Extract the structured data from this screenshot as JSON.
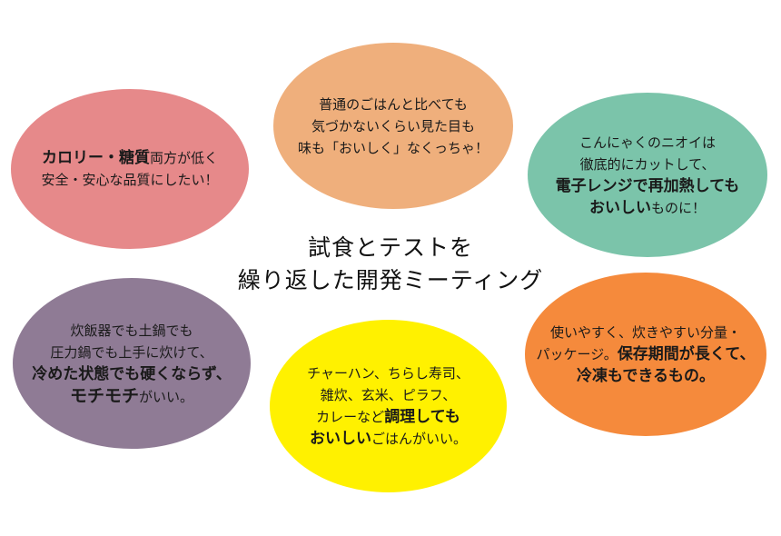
{
  "title": {
    "line1": "試食とテストを",
    "line2": "繰り返した開発ミーティング"
  },
  "colors": {
    "red": "#e6898a",
    "orange": "#efaf7c",
    "teal": "#7bc4aa",
    "purple": "#8f7b95",
    "yellow": "#fff100",
    "deep_orange": "#f58a3c"
  },
  "bubbles": {
    "red": {
      "l1_bold": "カロリー・糖質",
      "l1_rest": "両方が低く",
      "l2": "安全・安心な品質にしたい！"
    },
    "orange": {
      "l1": "普通のごはんと比べても",
      "l2": "気づかないくらい見た目も",
      "l3": "味も「おいしく」なくっちゃ！"
    },
    "teal": {
      "l1": "こんにゃくのニオイは",
      "l2": "徹底的にカットして、",
      "l3_bold": "電子レンジで再加熱しても",
      "l4_bold": "おいしい",
      "l4_rest": "ものに！"
    },
    "purple": {
      "l1": "炊飯器でも土鍋でも",
      "l2": "圧力鍋でも上手に炊けて、",
      "l3_bold": "冷めた状態でも硬くならず、",
      "l4_bold": "モチモチ",
      "l4_rest": "がいい。"
    },
    "yellow": {
      "l1": "チャーハン、ちらし寿司、",
      "l2": "雑炊、玄米、ピラフ、",
      "l3_rest": "カレーなど",
      "l3_bold": "調理しても",
      "l4_bold": "おいしい",
      "l4_rest": "ごはんがいい。"
    },
    "deep_orange": {
      "l1": "使いやすく、炊きやすい分量・",
      "l2_rest": "パッケージ。",
      "l2_bold": "保存期間が長くて、",
      "l3_bold": "冷凍",
      "l3_bold2": "もできるもの。"
    }
  }
}
